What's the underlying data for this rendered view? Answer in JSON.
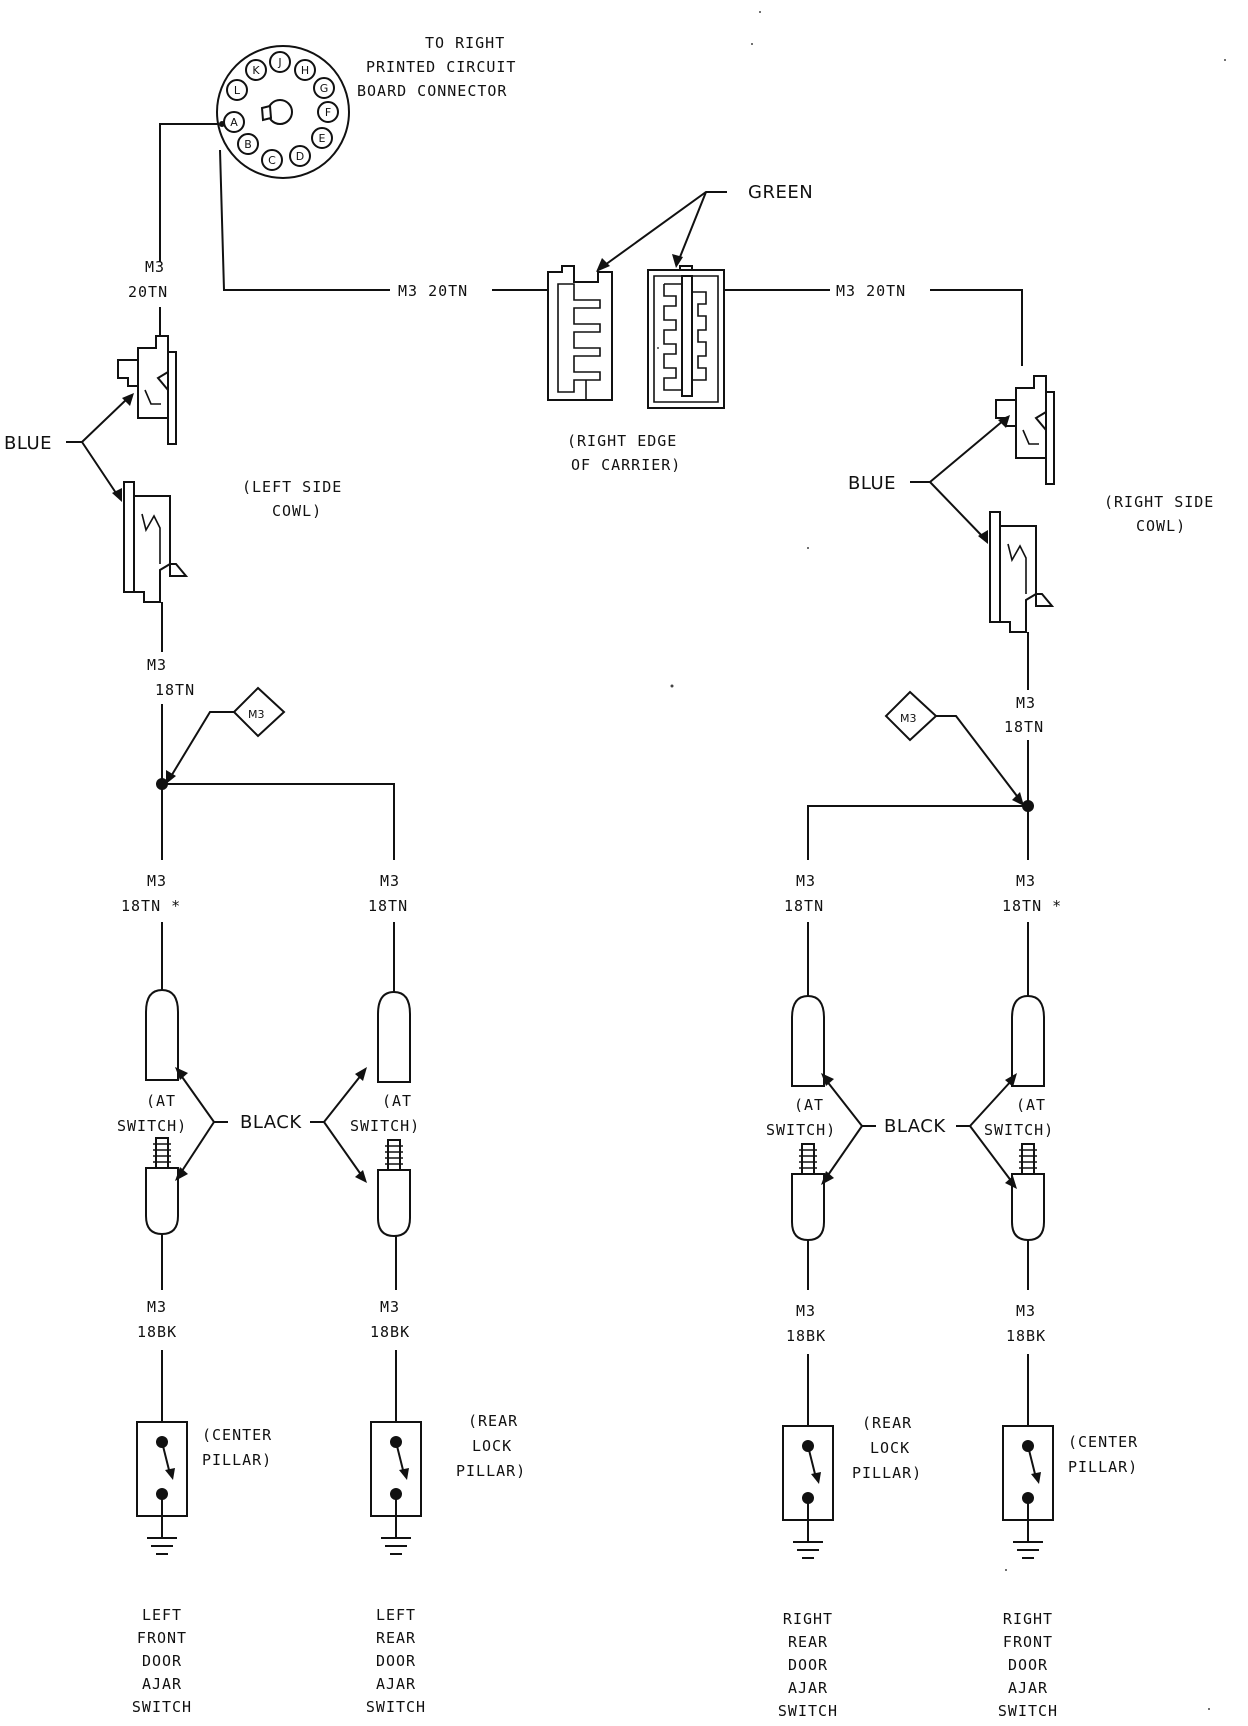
{
  "header": {
    "line1": "TO RIGHT",
    "line2": "PRINTED CIRCUIT",
    "line3": "BOARD CONNECTOR"
  },
  "round_connector": {
    "pins": [
      "K",
      "J",
      "H",
      "G",
      "L",
      "F",
      "A",
      "E",
      "B",
      "D",
      "C"
    ]
  },
  "color_labels": {
    "green": "GREEN",
    "blue": "BLUE",
    "black": "BLACK"
  },
  "locations": {
    "carrier_1": "(RIGHT EDGE",
    "carrier_2": "OF CARRIER)",
    "left_cowl_1": "(LEFT SIDE",
    "left_cowl_2": "COWL)",
    "right_cowl_1": "(RIGHT SIDE",
    "right_cowl_2": "COWL)",
    "at_switch_1": "(AT",
    "at_switch_2": "SWITCH)",
    "center_pillar_1": "(CENTER",
    "center_pillar_2": "PILLAR)",
    "rear_lock_1": "(REAR",
    "rear_lock_2": "LOCK",
    "rear_lock_3": "PILLAR)"
  },
  "wires": {
    "circuit": "M3",
    "gauge_20tn": "20TN",
    "m3_20tn": "M3 20TN",
    "gauge_18tn": "18TN",
    "gauge_18tn_star": "18TN *",
    "gauge_18bk": "18BK",
    "splice": "M3"
  },
  "switches": {
    "left_front": [
      "LEFT",
      "FRONT",
      "DOOR",
      "AJAR",
      "SWITCH"
    ],
    "left_rear": [
      "LEFT",
      "REAR",
      "DOOR",
      "AJAR",
      "SWITCH"
    ],
    "right_rear": [
      "RIGHT",
      "REAR",
      "DOOR",
      "AJAR",
      "SWITCH"
    ],
    "right_front": [
      "RIGHT",
      "FRONT",
      "DOOR",
      "AJAR",
      "SWITCH"
    ]
  }
}
